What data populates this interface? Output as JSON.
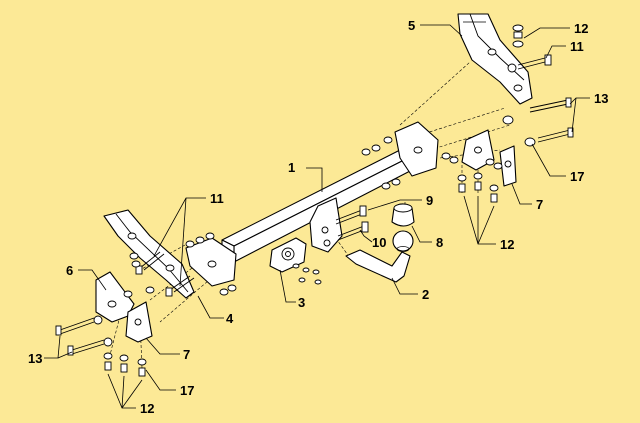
{
  "colors": {
    "background": "#FCE996",
    "line": "#000000",
    "part_fill": "#FFFFFF"
  },
  "callouts": {
    "c1": "1",
    "c2": "2",
    "c3": "3",
    "c4": "4",
    "c5": "5",
    "c6": "6",
    "c7_right": "7",
    "c7_left": "7",
    "c8": "8",
    "c9": "9",
    "c10": "10",
    "c11_top": "11",
    "c11_left": "11",
    "c12_top": "12",
    "c12_right": "12",
    "c12_left": "12",
    "c13_right": "13",
    "c13_left": "13",
    "c17_right": "17",
    "c17_left": "17"
  }
}
